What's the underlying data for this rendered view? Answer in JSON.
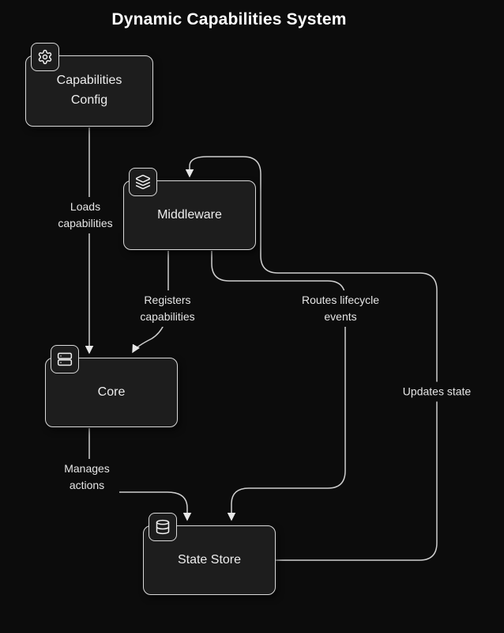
{
  "title": "Dynamic Capabilities System",
  "colors": {
    "background": "#0c0c0c",
    "node_fill": "#1d1d1d",
    "node_border": "#d9d9d9",
    "edge": "#cfcfcf",
    "text": "#f0f0f0"
  },
  "nodes": [
    {
      "id": "capabilities-config",
      "label": "Capabilities Config",
      "icon": "gear-icon"
    },
    {
      "id": "middleware",
      "label": "Middleware",
      "icon": "layers-icon"
    },
    {
      "id": "core",
      "label": "Core",
      "icon": "server-icon"
    },
    {
      "id": "state-store",
      "label": "State Store",
      "icon": "database-icon"
    }
  ],
  "edges": [
    {
      "from": "capabilities-config",
      "to": "core",
      "label": "Loads capabilities"
    },
    {
      "from": "middleware",
      "to": "core",
      "label": "Registers capabilities"
    },
    {
      "from": "middleware",
      "to": "state-store",
      "label": "Routes lifecycle events"
    },
    {
      "from": "core",
      "to": "state-store",
      "label": "Manages actions"
    },
    {
      "from": "state-store",
      "to": "middleware",
      "label": "Updates state"
    }
  ]
}
